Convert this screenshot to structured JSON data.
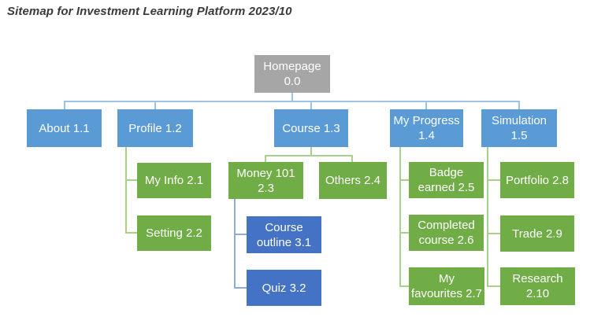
{
  "title": "Sitemap for Investment Learning Platform 2023/10",
  "colors": {
    "background": "#ffffff",
    "root_fill": "#a6a6a6",
    "level1_fill": "#5b9bd5",
    "level2_fill": "#70ad47",
    "level3_fill": "#4472c4",
    "node_text": "#ffffff",
    "title_text": "#3a3a3a",
    "connector_light_blue": "#9dc3e6",
    "connector_light_green": "#a9d18e",
    "connector_light_indigo": "#8faadc"
  },
  "nodes": {
    "homepage": {
      "label": "Homepage\n0.0",
      "level": 0
    },
    "about": {
      "label": "About 1.1",
      "level": 1
    },
    "profile": {
      "label": "Profile 1.2",
      "level": 1
    },
    "course": {
      "label": "Course 1.3",
      "level": 1
    },
    "my_progress": {
      "label": "My Progress\n1.4",
      "level": 1
    },
    "simulation": {
      "label": "Simulation\n1.5",
      "level": 1
    },
    "my_info": {
      "label": "My Info 2.1",
      "level": 2
    },
    "setting": {
      "label": "Setting 2.2",
      "level": 2
    },
    "money_101": {
      "label": "Money 101\n2.3",
      "level": 2
    },
    "others": {
      "label": "Others 2.4",
      "level": 2
    },
    "badge_earned": {
      "label": "Badge\nearned 2.5",
      "level": 2
    },
    "completed_course": {
      "label": "Completed\ncourse 2.6",
      "level": 2
    },
    "my_favourites": {
      "label": "My\nfavourites 2.7",
      "level": 2
    },
    "portfolio": {
      "label": "Portfolio 2.8",
      "level": 2
    },
    "trade": {
      "label": "Trade 2.9",
      "level": 2
    },
    "research": {
      "label": "Research\n2.10",
      "level": 2
    },
    "course_outline": {
      "label": "Course\noutline 3.1",
      "level": 3
    },
    "quiz": {
      "label": "Quiz 3.2",
      "level": 3
    }
  },
  "edges": [
    "homepage > about",
    "homepage > profile",
    "homepage > course",
    "homepage > my_progress",
    "homepage > simulation",
    "profile > my_info",
    "profile > setting",
    "course > money_101",
    "course > others",
    "money_101 > course_outline",
    "money_101 > quiz",
    "my_progress > badge_earned",
    "my_progress > completed_course",
    "my_progress > my_favourites",
    "simulation > portfolio",
    "simulation > trade",
    "simulation > research"
  ]
}
